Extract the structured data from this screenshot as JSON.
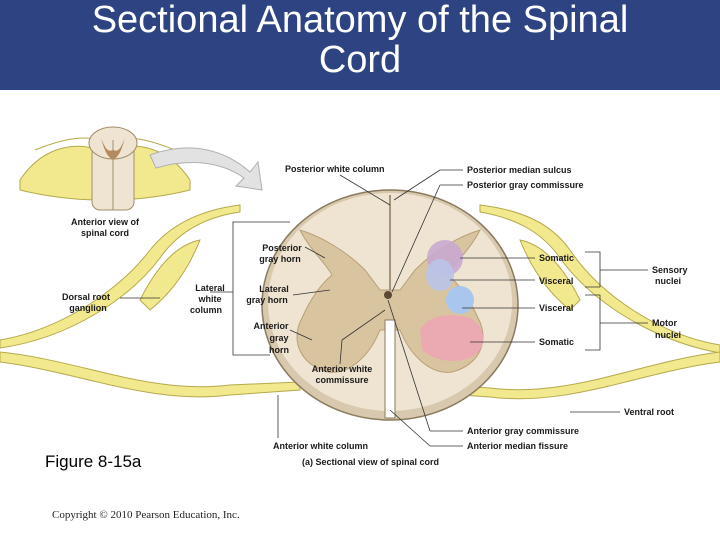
{
  "title": {
    "line1": "Sectional Anatomy of the Spinal",
    "line2": "Cord"
  },
  "figure_caption": "Figure 8-15a",
  "copyright": "Copyright © 2010 Pearson Education, Inc.",
  "colors": {
    "title_bar": "#2e4482",
    "white_matter": "#efe4d2",
    "gray_matter": "#d9c4a0",
    "nerve_yellow": "#f2e98f",
    "somatic_sensory": "#c8a8d0",
    "visceral_sensory": "#b9c4e8",
    "visceral_motor": "#a8c6ee",
    "somatic_motor": "#eba9b2"
  },
  "diagram": {
    "subtitle": "(a) Sectional view of spinal cord",
    "inset_label_1": "Anterior view of",
    "inset_label_2": "spinal cord",
    "labels": {
      "posterior_white_column": "Posterior white column",
      "posterior_median_sulcus": "Posterior median sulcus",
      "posterior_gray_commissure": "Posterior gray commissure",
      "posterior_gray_horn_1": "Posterior",
      "posterior_gray_horn_2": "gray horn",
      "lateral_white_column_1": "Lateral",
      "lateral_white_column_2": "white",
      "lateral_white_column_3": "column",
      "lateral_gray_horn_1": "Lateral",
      "lateral_gray_horn_2": "gray horn",
      "anterior_gray_horn_1": "Anterior",
      "anterior_gray_horn_2": "gray",
      "anterior_gray_horn_3": "horn",
      "dorsal_root_ganglion_1": "Dorsal root",
      "dorsal_root_ganglion_2": "ganglion",
      "anterior_white_commissure_1": "Anterior white",
      "anterior_white_commissure_2": "commissure",
      "anterior_white_column": "Anterior white column",
      "anterior_gray_commissure": "Anterior gray commissure",
      "anterior_median_fissure": "Anterior median fissure",
      "ventral_root": "Ventral root",
      "somatic_top": "Somatic",
      "visceral_top": "Visceral",
      "visceral_bottom": "Visceral",
      "somatic_bottom": "Somatic",
      "sensory_nuclei_1": "Sensory",
      "sensory_nuclei_2": "nuclei",
      "motor_nuclei_1": "Motor",
      "motor_nuclei_2": "nuclei"
    }
  }
}
